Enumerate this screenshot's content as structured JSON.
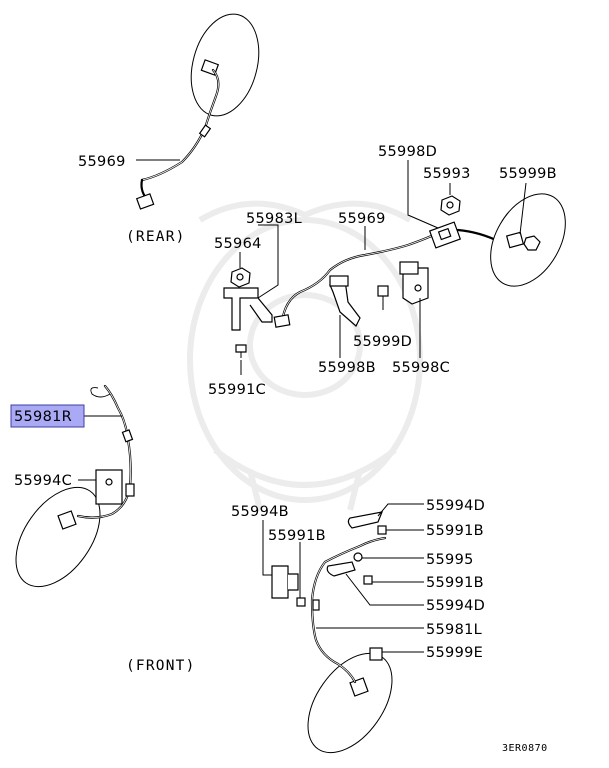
{
  "diagram": {
    "captions": {
      "rear": "(REAR)",
      "front": "(FRONT)",
      "figure_code": "3ER0870"
    },
    "highlight_color": "#a9a9f5",
    "labels": {
      "p55969_rear": "55969",
      "p55998D": "55998D",
      "p55993": "55993",
      "p55999B": "55999B",
      "p55983L": "55983L",
      "p55969_mid": "55969",
      "p55964": "55964",
      "p55999D": "55999D",
      "p55998B": "55998B",
      "p55998C": "55998C",
      "p55991C": "55991C",
      "p55981R": "55981R",
      "p55994C": "55994C",
      "p55994B": "55994B",
      "p55994D_top": "55994D",
      "p55991B_top": "55991B",
      "p55991B_left": "55991B",
      "p55995": "55995",
      "p55991B_low": "55991B",
      "p55994D_low": "55994D",
      "p55981L": "55981L",
      "p55999E": "55999E"
    }
  }
}
